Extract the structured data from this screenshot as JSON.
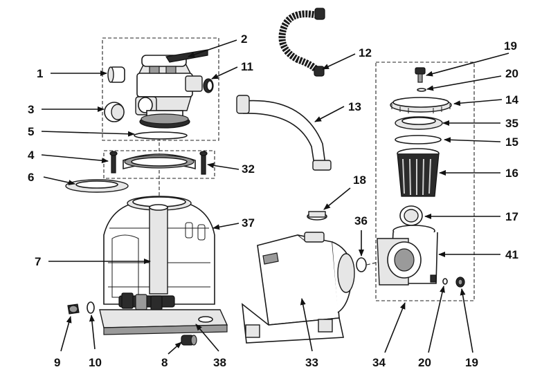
{
  "callouts": [
    {
      "id": "c1",
      "text": "1"
    },
    {
      "id": "c2",
      "text": "2"
    },
    {
      "id": "c3",
      "text": "3"
    },
    {
      "id": "c4",
      "text": "4"
    },
    {
      "id": "c5",
      "text": "5"
    },
    {
      "id": "c6",
      "text": "6"
    },
    {
      "id": "c7",
      "text": "7"
    },
    {
      "id": "c8",
      "text": "8"
    },
    {
      "id": "c9",
      "text": "9"
    },
    {
      "id": "c10",
      "text": "10"
    },
    {
      "id": "c11",
      "text": "11"
    },
    {
      "id": "c12",
      "text": "12"
    },
    {
      "id": "c13",
      "text": "13"
    },
    {
      "id": "c14",
      "text": "14"
    },
    {
      "id": "c15",
      "text": "15"
    },
    {
      "id": "c16",
      "text": "16"
    },
    {
      "id": "c17",
      "text": "17"
    },
    {
      "id": "c18",
      "text": "18"
    },
    {
      "id": "c19a",
      "text": "19"
    },
    {
      "id": "c19b",
      "text": "19"
    },
    {
      "id": "c20a",
      "text": "20"
    },
    {
      "id": "c20b",
      "text": "20"
    },
    {
      "id": "c32",
      "text": "32"
    },
    {
      "id": "c33",
      "text": "33"
    },
    {
      "id": "c34",
      "text": "34"
    },
    {
      "id": "c35",
      "text": "35"
    },
    {
      "id": "c36",
      "text": "36"
    },
    {
      "id": "c37",
      "text": "37"
    },
    {
      "id": "c38",
      "text": "38"
    },
    {
      "id": "c41",
      "text": "41"
    }
  ],
  "colors": {
    "ink": "#111111",
    "paper": "#ffffff"
  }
}
